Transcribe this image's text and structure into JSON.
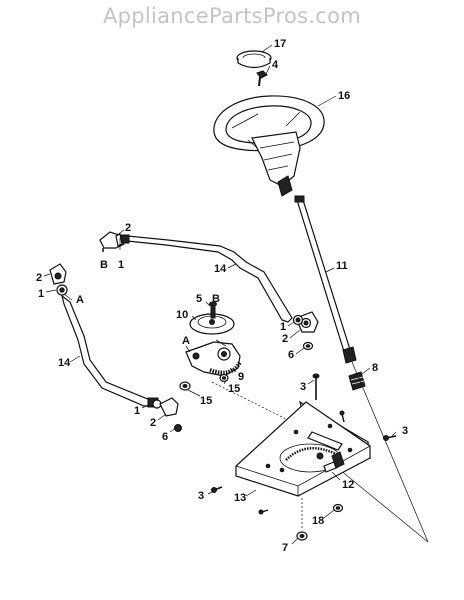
{
  "watermark": "AppliancePartsPros.com",
  "callouts": {
    "c17": "17",
    "c4": "4",
    "c16": "16",
    "c11": "11",
    "c8": "8",
    "c2a": "2",
    "c1a": "1",
    "cBa": "B",
    "c2b": "2",
    "c1b": "1",
    "cAa": "A",
    "c14a": "14",
    "c14b": "14",
    "c5": "5",
    "cBb": "B",
    "c10": "10",
    "c1c": "1",
    "c2c": "2",
    "c6a": "6",
    "cAb": "A",
    "c9": "9",
    "c15a": "15",
    "c15b": "15",
    "c1d": "1",
    "c2d": "2",
    "c6b": "6",
    "c3a": "3",
    "c3b": "3",
    "c3c": "3",
    "c12": "12",
    "c13": "13",
    "c18": "18",
    "c7": "7"
  }
}
